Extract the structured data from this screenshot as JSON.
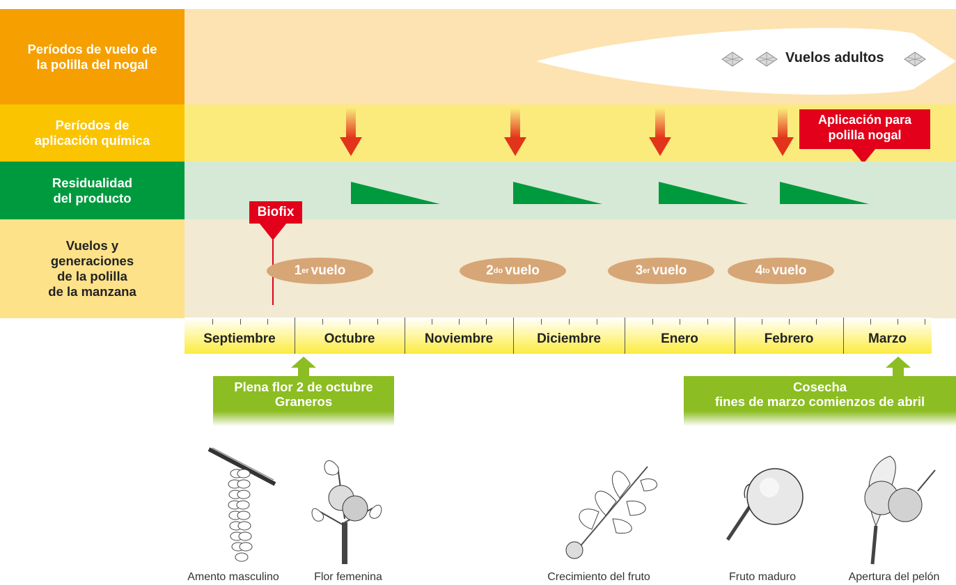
{
  "rows": {
    "adult_flights": "Períodos de vuelo de\nla polilla del nogal",
    "chemical": "Períodos de\naplicación química",
    "residual": "Residualidad\ndel producto",
    "codling": "Vuelos y\ngeneraciones\nde la polilla\nde la manzana"
  },
  "adult_flights_label": "Vuelos adultos",
  "application_label": "Aplicación para\npolilla nogal",
  "biofix": "Biofix",
  "flights": [
    {
      "num": "1",
      "sup": "er",
      "word": "vuelo"
    },
    {
      "num": "2",
      "sup": "do",
      "word": "vuelo"
    },
    {
      "num": "3",
      "sup": "er",
      "word": "vuelo"
    },
    {
      "num": "4",
      "sup": "to",
      "word": "vuelo"
    }
  ],
  "months": [
    "Septiembre",
    "Octubre",
    "Noviembre",
    "Diciembre",
    "Enero",
    "Febrero",
    "Marzo"
  ],
  "bloom": "Plena flor 2 de octubre\nGraneros",
  "harvest": "Cosecha\nfines de marzo comienzos de abril",
  "captions": [
    "Amento masculino",
    "Flor femenina",
    "Crecimiento del fruto",
    "Fruto maduro",
    "Apertura del pelón"
  ],
  "colors": {
    "orange": "#f5a000",
    "orange_band": "#fde3b1",
    "yellow": "#fbc400",
    "yellow_band": "#fbeb7d",
    "green": "#009a3e",
    "green_band": "#d6e9d6",
    "tan_label": "#fde28a",
    "tan_band": "#f2ead2",
    "red": "#e2001a",
    "bar_green": "#8cbd22"
  }
}
